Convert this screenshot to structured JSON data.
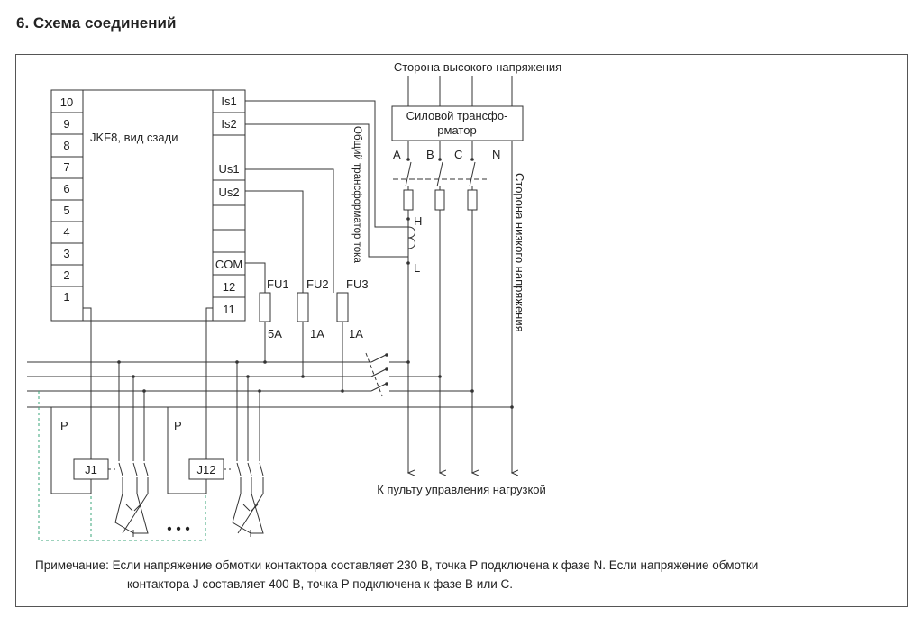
{
  "heading": "6. Схема соединений",
  "device": {
    "title": "JKF8, вид сзади",
    "left_terminals": [
      "10",
      "9",
      "8",
      "7",
      "6",
      "5",
      "4",
      "3",
      "2",
      "1"
    ],
    "right_terminals": [
      "Is1",
      "Is2",
      "Us1",
      "Us2",
      "",
      "",
      "COM",
      "12",
      "11"
    ]
  },
  "labels": {
    "high_side": "Сторона высокого напряжения",
    "transformer_line1": "Силовой трансфо-",
    "transformer_line2": "рматор",
    "phase_a": "A",
    "phase_b": "B",
    "phase_c": "C",
    "phase_n": "N",
    "low_side": "Сторона низкого напряжения",
    "ct": "Общий трансформатор тока",
    "ct_h": "H",
    "ct_l": "L",
    "fu1": "FU1",
    "fu2": "FU2",
    "fu3": "FU3",
    "fu1_rating": "5A",
    "fu2_rating": "1A",
    "fu3_rating": "1A",
    "p1": "P",
    "p2": "P",
    "j1": "J1",
    "j12": "J12",
    "dots": "• • •",
    "to_load": "К пульту управления нагрузкой"
  },
  "note": {
    "line1": "Примечание: Если напряжение обмотки контактора составляет 230 В, точка P подключена к фазе N. Если напряжение обмотки",
    "line2": "контактора J составляет 400 В, точка P подключена к фазе B или C."
  },
  "colors": {
    "wire": "#333333",
    "dashed": "#3aa57a"
  }
}
